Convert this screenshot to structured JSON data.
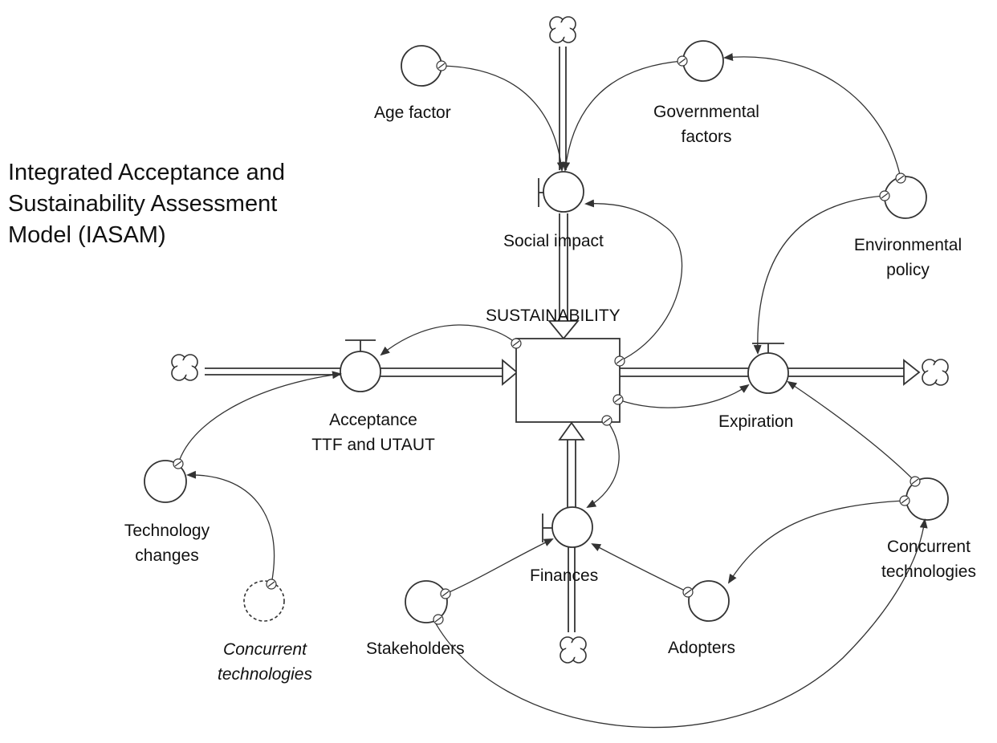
{
  "title": {
    "line1": "Integrated Acceptance and",
    "line2": "Sustainability Assessment",
    "line3": "Model (IASAM)"
  },
  "stock": {
    "label": "SUSTAINABILITY"
  },
  "flows": {
    "acceptance": {
      "line1": "Acceptance",
      "line2": "TTF and UTAUT"
    },
    "expiration": {
      "label": "Expiration"
    },
    "social_impact": {
      "label": "Social impact"
    },
    "finances": {
      "label": "Finances"
    }
  },
  "variables": {
    "age_factor": {
      "label": "Age factor"
    },
    "governmental_factors": {
      "line1": "Governmental",
      "line2": "factors"
    },
    "environmental_policy": {
      "line1": "Environmental",
      "line2": "policy"
    },
    "technology_changes": {
      "line1": "Technology",
      "line2": "changes"
    },
    "concurrent_technologies_shadow": {
      "line1": "Concurrent",
      "line2": "technologies"
    },
    "stakeholders": {
      "label": "Stakeholders"
    },
    "adopters": {
      "label": "Adopters"
    },
    "concurrent_technologies": {
      "line1": "Concurrent",
      "line2": "technologies"
    }
  },
  "style": {
    "line_color": "#333333",
    "text_color": "#111111",
    "background": "#ffffff"
  }
}
